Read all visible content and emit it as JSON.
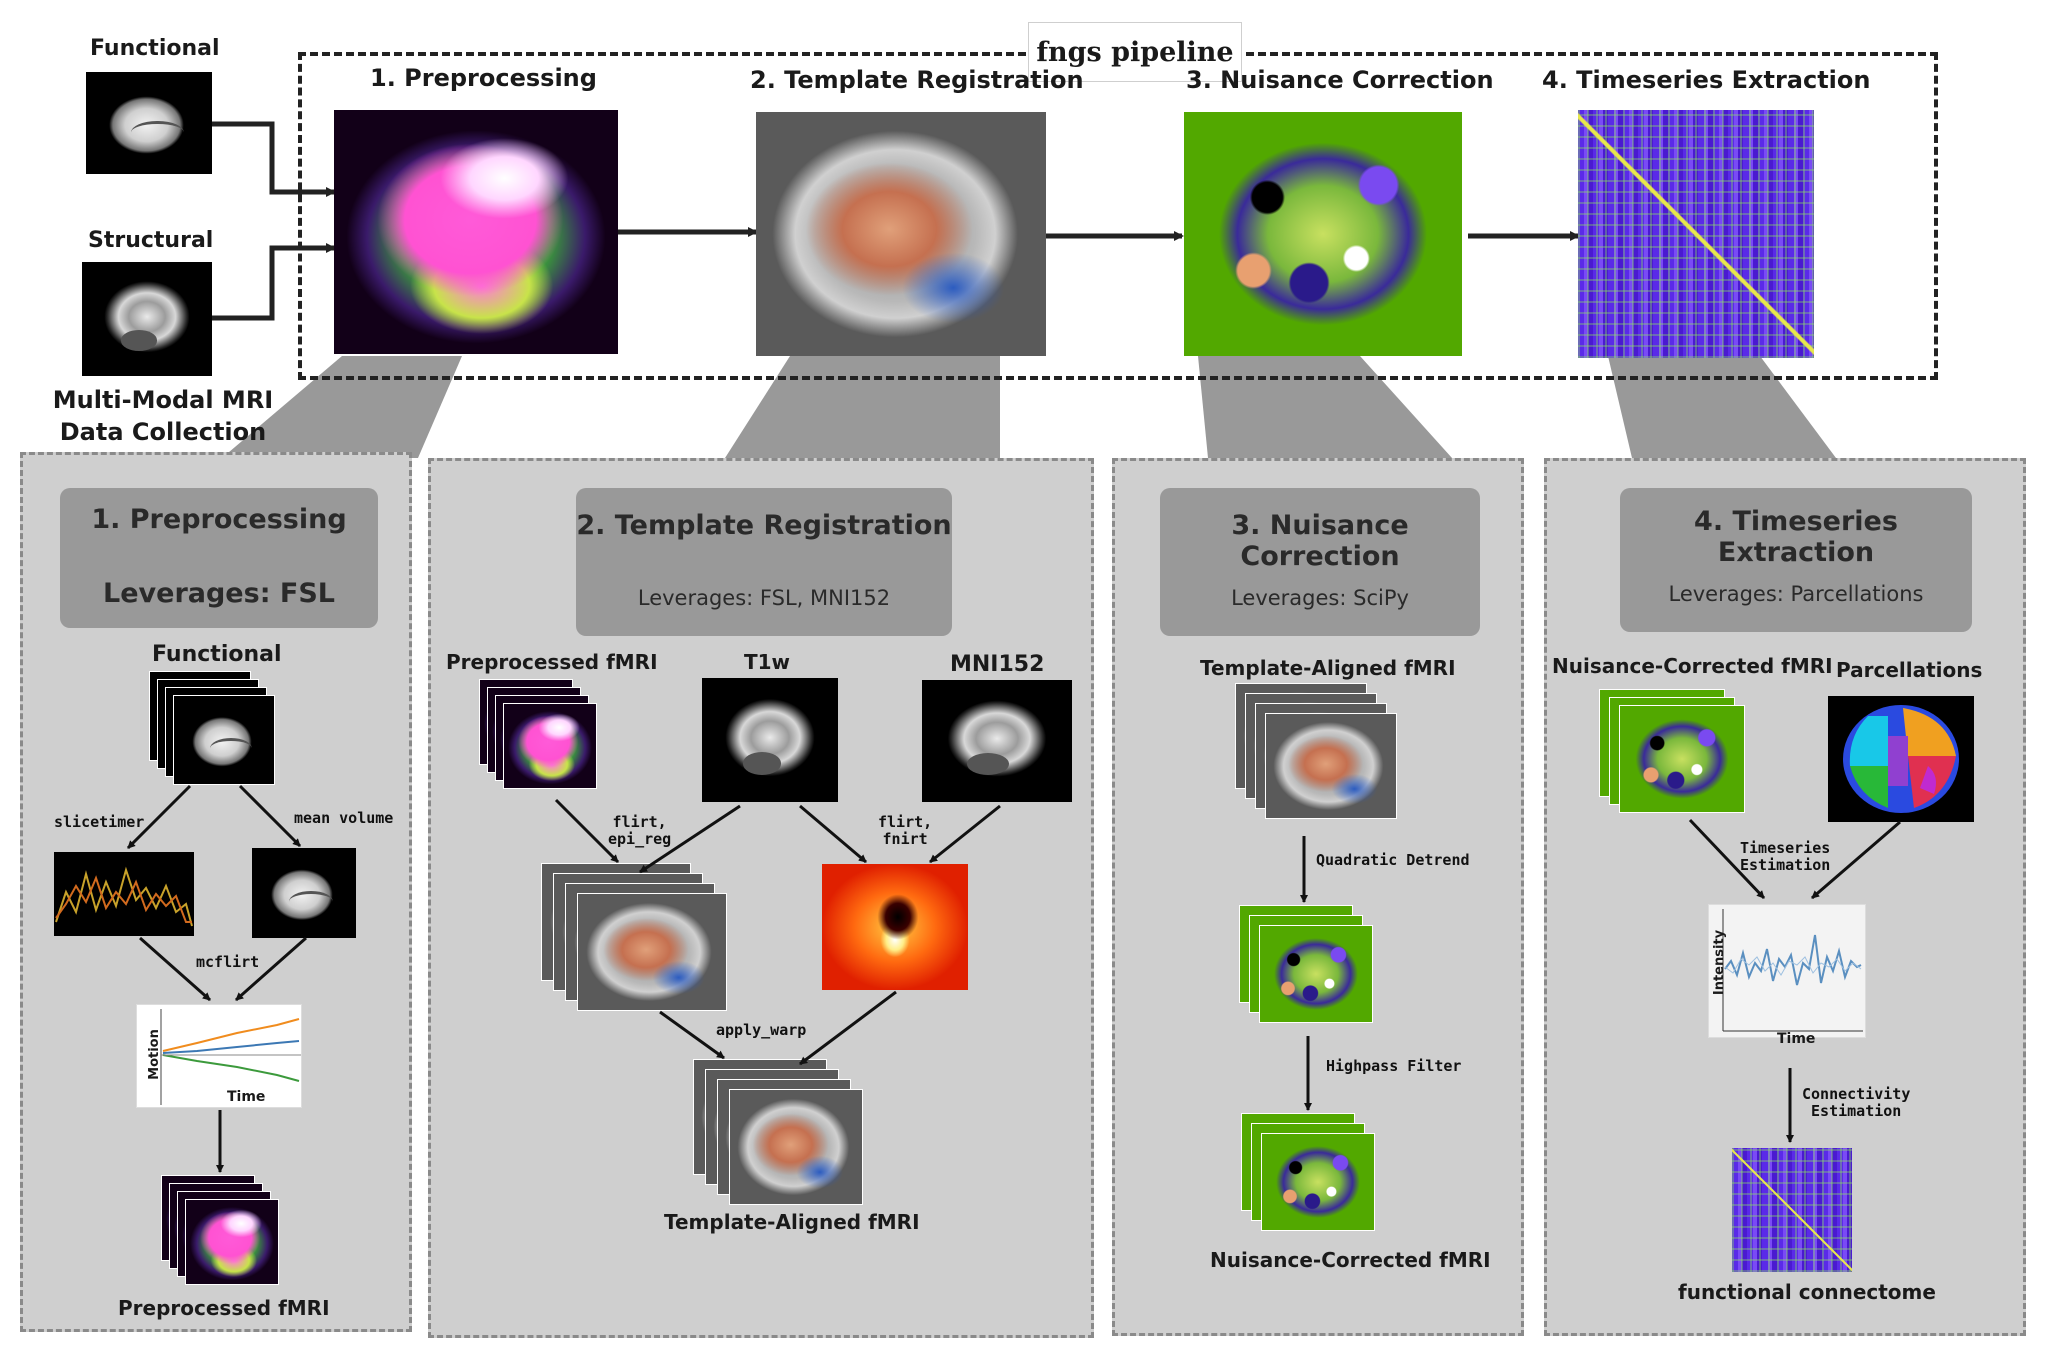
{
  "top": {
    "pipeline_title": "fngs pipeline",
    "input_functional_label": "Functional",
    "input_structural_label": "Structural",
    "collection_label_line1": "Multi-Modal MRI",
    "collection_label_line2": "Data Collection",
    "stages": [
      {
        "title": "1. Preprocessing"
      },
      {
        "title": "2. Template Registration"
      },
      {
        "title": "3. Nuisance Correction"
      },
      {
        "title": "4. Timeseries Extraction"
      }
    ]
  },
  "panels": {
    "preprocessing": {
      "header_title": "1. Preprocessing",
      "header_sub": "Leverages: FSL",
      "input_label": "Functional",
      "step_slicetimer": "slicetimer",
      "step_mean_volume": "mean volume",
      "step_mcflirt": "mcflirt",
      "motion_axis_y": "Motion",
      "motion_axis_x": "Time",
      "output_label": "Preprocessed fMRI"
    },
    "registration": {
      "header_title": "2. Template Registration",
      "header_sub": "Leverages:   FSL, MNI152",
      "input_fmri_label": "Preprocessed fMRI",
      "input_t1w_label": "T1w",
      "input_mni_label": "MNI152",
      "step_epi_reg_line1": "flirt,",
      "step_epi_reg_line2": "epi_reg",
      "step_fnirt_line1": "flirt,",
      "step_fnirt_line2": "fnirt",
      "step_apply_warp": "apply_warp",
      "output_label": "Template-Aligned fMRI"
    },
    "nuisance": {
      "header_title": "3. Nuisance Correction",
      "header_sub": "Leverages:   SciPy",
      "input_label": "Template-Aligned fMRI",
      "step_detrend": "Quadratic Detrend",
      "step_highpass": "Highpass Filter",
      "output_label": "Nuisance-Corrected fMRI"
    },
    "timeseries": {
      "header_title": "4. Timeseries Extraction",
      "header_sub": "Leverages:   Parcellations",
      "input_fmri_label": "Nuisance-Corrected fMRI",
      "input_parc_label": "Parcellations",
      "step_estimation_line1": "Timeseries",
      "step_estimation_line2": "Estimation",
      "plot_axis_y": "Intensity",
      "plot_axis_x": "Time",
      "step_connectivity_line1": "Connectivity",
      "step_connectivity_line2": "Estimation",
      "output_label": "functional connectome"
    }
  },
  "colors": {
    "panel_bg": "#cfcfcf",
    "header_bg": "#999999",
    "cone_fill": "#999999",
    "motion_orange": "#f08c1e",
    "motion_blue": "#3c78b4",
    "motion_green": "#3c9a3c",
    "timeseries_blue": "#5a8fc0"
  }
}
